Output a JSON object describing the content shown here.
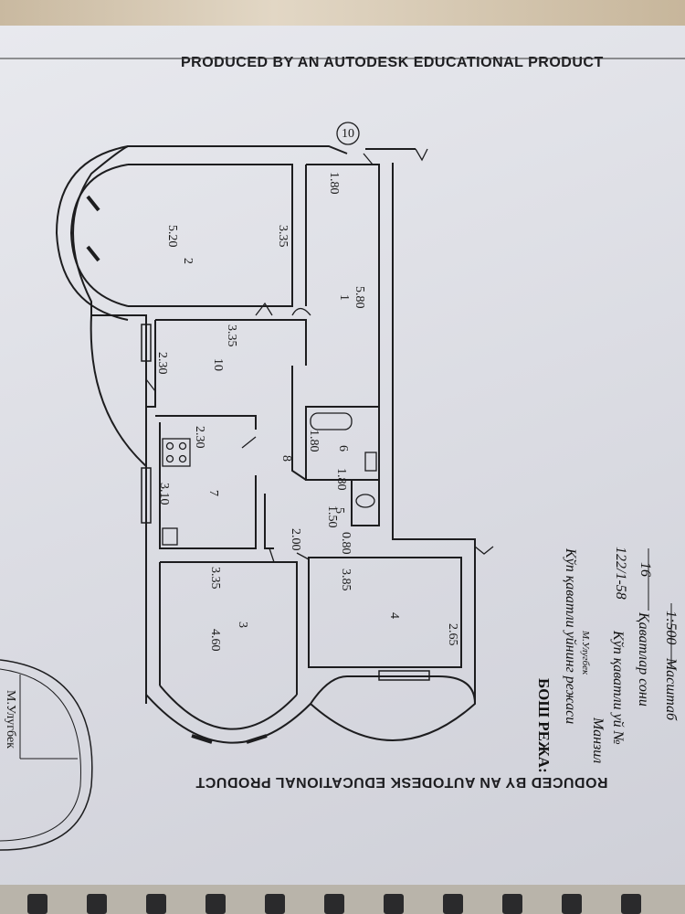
{
  "watermark": {
    "top": "PRODUCED BY AN AUTODESK EDUCATIONAL PRODUCT",
    "bottom": "RODUCED BY AN AUTODESK EDUCATIONAL PRODUCT"
  },
  "marker": "10",
  "rooms": [
    {
      "no": "1"
    },
    {
      "no": "2"
    },
    {
      "no": "3"
    },
    {
      "no": "4"
    },
    {
      "no": "5"
    },
    {
      "no": "6"
    },
    {
      "no": "7"
    },
    {
      "no": "8"
    },
    {
      "no": "10"
    }
  ],
  "dimensions": {
    "r2_length": "5.20",
    "r2_width": "3.35",
    "r1_length": "5.80",
    "r1_end": "1.80",
    "r10_length": "3.35",
    "r10_width": "2.30",
    "bath_length": "1.80",
    "bath_width": "1.80",
    "r7_length": "2.30",
    "r7_width": "3.10",
    "wc_length": "1.50",
    "wc_width": "0.80",
    "hall_width": "2.00",
    "r3_length": "3.35",
    "r3_width": "4.60",
    "r4_length": "3.85",
    "r4_width": "2.65"
  },
  "title_block": {
    "heading": "БОШ РЕЖА:",
    "subtitle": "Кўп қаватли уйнинг режаси",
    "address_label": "Манзил",
    "address_value": "М.Улугбек",
    "house_no_label": "Кўп қаватли уй №",
    "house_no_value": "122/1-58",
    "floors_label": "Қаватлар сони",
    "floors_value": "16",
    "scale_label": "Масштаб",
    "scale_value": "1:500"
  },
  "stamp": {
    "label": "М.Улугбек"
  }
}
